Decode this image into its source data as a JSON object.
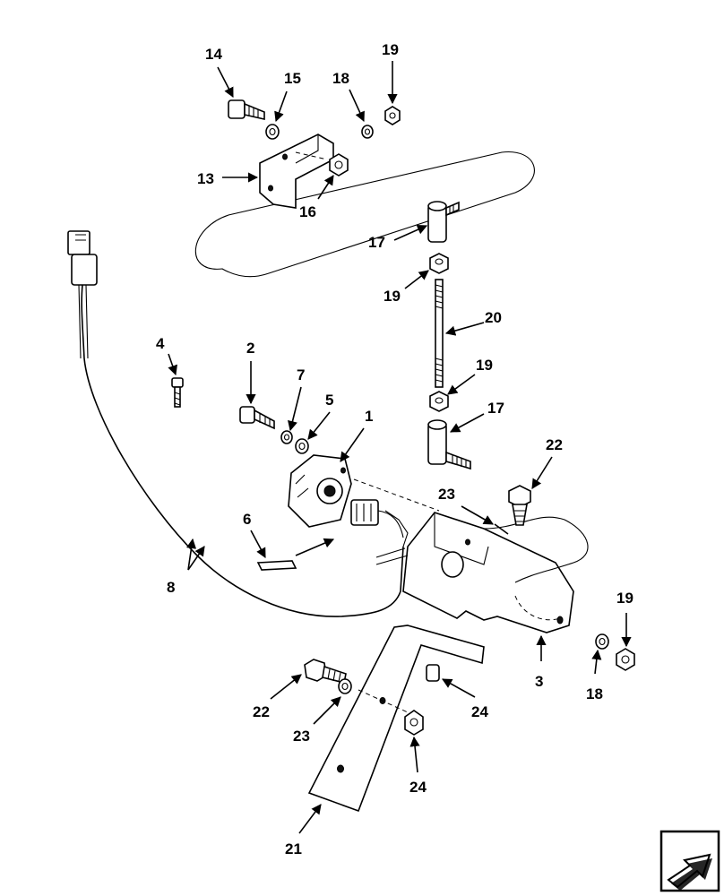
{
  "callouts": {
    "c1": "1",
    "c2": "2",
    "c3": "3",
    "c4": "4",
    "c5": "5",
    "c6": "6",
    "c7": "7",
    "c8": "8",
    "c13": "13",
    "c14": "14",
    "c15": "15",
    "c16": "16",
    "c17a": "17",
    "c17b": "17",
    "c18a": "18",
    "c18b": "18",
    "c19a": "19",
    "c19b": "19",
    "c19c": "19",
    "c19d": "19",
    "c20": "20",
    "c21": "21",
    "c22a": "22",
    "c22b": "22",
    "c23a": "23",
    "c23b": "23",
    "c24a": "24",
    "c24b": "24"
  },
  "icons": {
    "next_page": "next-page-arrow-icon"
  }
}
